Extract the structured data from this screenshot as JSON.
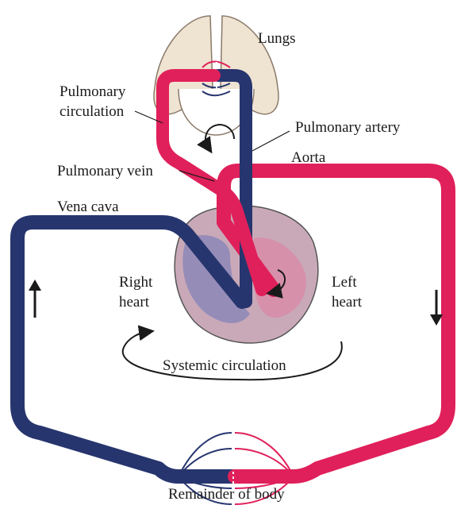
{
  "labels": {
    "lungs": "Lungs",
    "pulmonary_circulation_1": "Pulmonary",
    "pulmonary_circulation_2": "circulation",
    "pulmonary_artery": "Pulmonary artery",
    "aorta": "Aorta",
    "pulmonary_vein": "Pulmonary vein",
    "vena_cava": "Vena cava",
    "right_heart_1": "Right",
    "right_heart_2": "heart",
    "left_heart_1": "Left",
    "left_heart_2": "heart",
    "systemic_circulation": "Systemic circulation",
    "remainder_of_body": "Remainder of body"
  },
  "colors": {
    "oxygenated": "#e0205a",
    "deoxygenated": "#27356e",
    "lung_fill": "#efe3d2",
    "heart_fill": "#c9a9b8",
    "ink": "#1a1a1a"
  }
}
